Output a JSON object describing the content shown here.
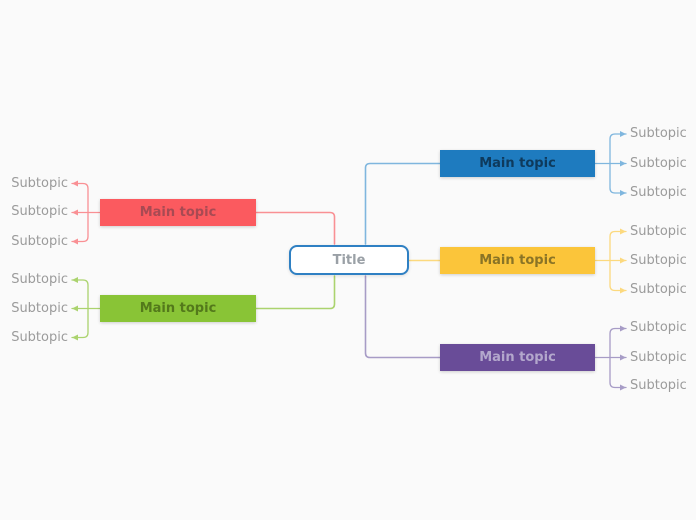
{
  "app": {
    "background_color": "#fafafa",
    "subtopic_text_color": "#9b9b9b"
  },
  "title_node": {
    "label": "Title",
    "fill": "#ffffff",
    "border_color": "#2f80c3",
    "text_color": "#9aa0a6"
  },
  "branches": [
    {
      "id": "red",
      "side": "left",
      "label": "Main topic",
      "fill": "#fb5a5f",
      "text_color": "#a84a53",
      "line_color": "#f99094",
      "subtopics": [
        "Subtopic",
        "Subtopic",
        "Subtopic"
      ]
    },
    {
      "id": "green",
      "side": "left",
      "label": "Main topic",
      "fill": "#89c436",
      "text_color": "#53791b",
      "line_color": "#abd36e",
      "subtopics": [
        "Subtopic",
        "Subtopic",
        "Subtopic"
      ]
    },
    {
      "id": "blue",
      "side": "right",
      "label": "Main topic",
      "fill": "#1e7bbf",
      "text_color": "#0e3a5c",
      "line_color": "#7fb6de",
      "subtopics": [
        "Subtopic",
        "Subtopic",
        "Subtopic"
      ]
    },
    {
      "id": "yellow",
      "side": "right",
      "label": "Main topic",
      "fill": "#fbc53a",
      "text_color": "#8a7426",
      "line_color": "#fcd97e",
      "subtopics": [
        "Subtopic",
        "Subtopic",
        "Subtopic"
      ]
    },
    {
      "id": "purple",
      "side": "right",
      "label": "Main topic",
      "fill": "#694c98",
      "text_color": "#b3a7cc",
      "line_color": "#a79cc6",
      "subtopics": [
        "Subtopic",
        "Subtopic",
        "Subtopic"
      ]
    }
  ]
}
